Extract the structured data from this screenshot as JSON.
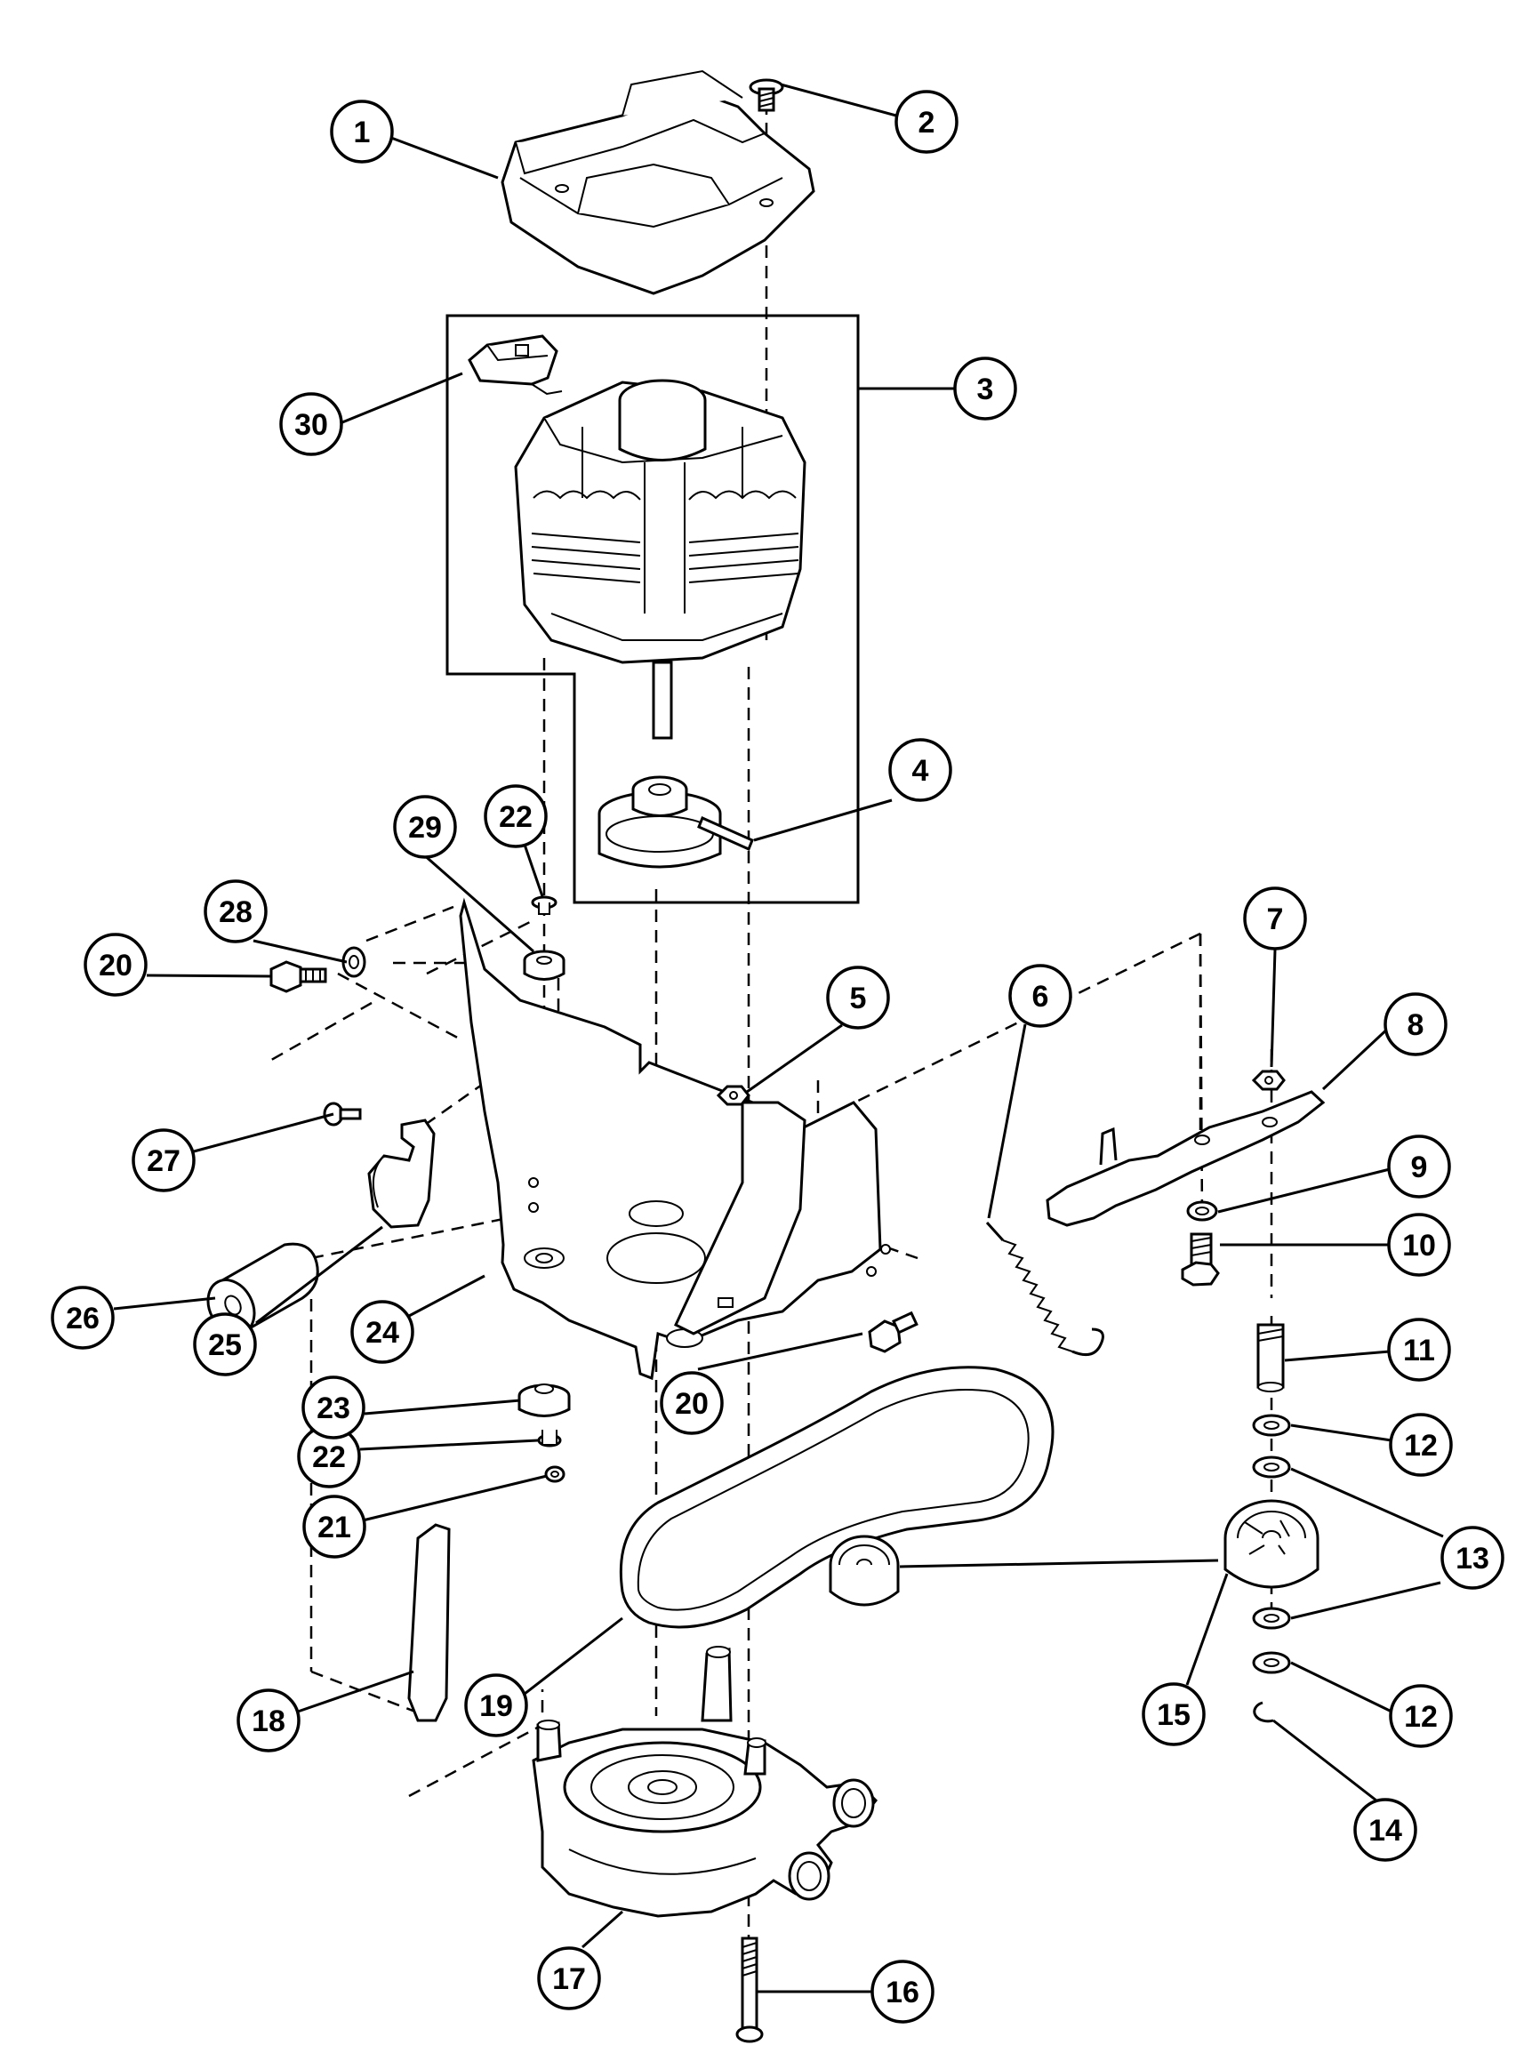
{
  "diagram": {
    "callouts": [
      {
        "id": "c1",
        "text": "1"
      },
      {
        "id": "c2",
        "text": "2"
      },
      {
        "id": "c3",
        "text": "3"
      },
      {
        "id": "c4",
        "text": "4"
      },
      {
        "id": "c5",
        "text": "5"
      },
      {
        "id": "c6",
        "text": "6"
      },
      {
        "id": "c7",
        "text": "7"
      },
      {
        "id": "c8",
        "text": "8"
      },
      {
        "id": "c9",
        "text": "9"
      },
      {
        "id": "c10",
        "text": "10"
      },
      {
        "id": "c11",
        "text": "11"
      },
      {
        "id": "c12a",
        "text": "12"
      },
      {
        "id": "c12b",
        "text": "12"
      },
      {
        "id": "c13",
        "text": "13"
      },
      {
        "id": "c14",
        "text": "14"
      },
      {
        "id": "c15",
        "text": "15"
      },
      {
        "id": "c16",
        "text": "16"
      },
      {
        "id": "c17",
        "text": "17"
      },
      {
        "id": "c18",
        "text": "18"
      },
      {
        "id": "c19",
        "text": "19"
      },
      {
        "id": "c20a",
        "text": "20"
      },
      {
        "id": "c20b",
        "text": "20"
      },
      {
        "id": "c21",
        "text": "21"
      },
      {
        "id": "c22a",
        "text": "22"
      },
      {
        "id": "c22b",
        "text": "22"
      },
      {
        "id": "c23",
        "text": "23"
      },
      {
        "id": "c24",
        "text": "24"
      },
      {
        "id": "c25",
        "text": "25"
      },
      {
        "id": "c26",
        "text": "26"
      },
      {
        "id": "c27",
        "text": "27"
      },
      {
        "id": "c28",
        "text": "28"
      },
      {
        "id": "c29",
        "text": "29"
      },
      {
        "id": "c30",
        "text": "30"
      }
    ]
  }
}
